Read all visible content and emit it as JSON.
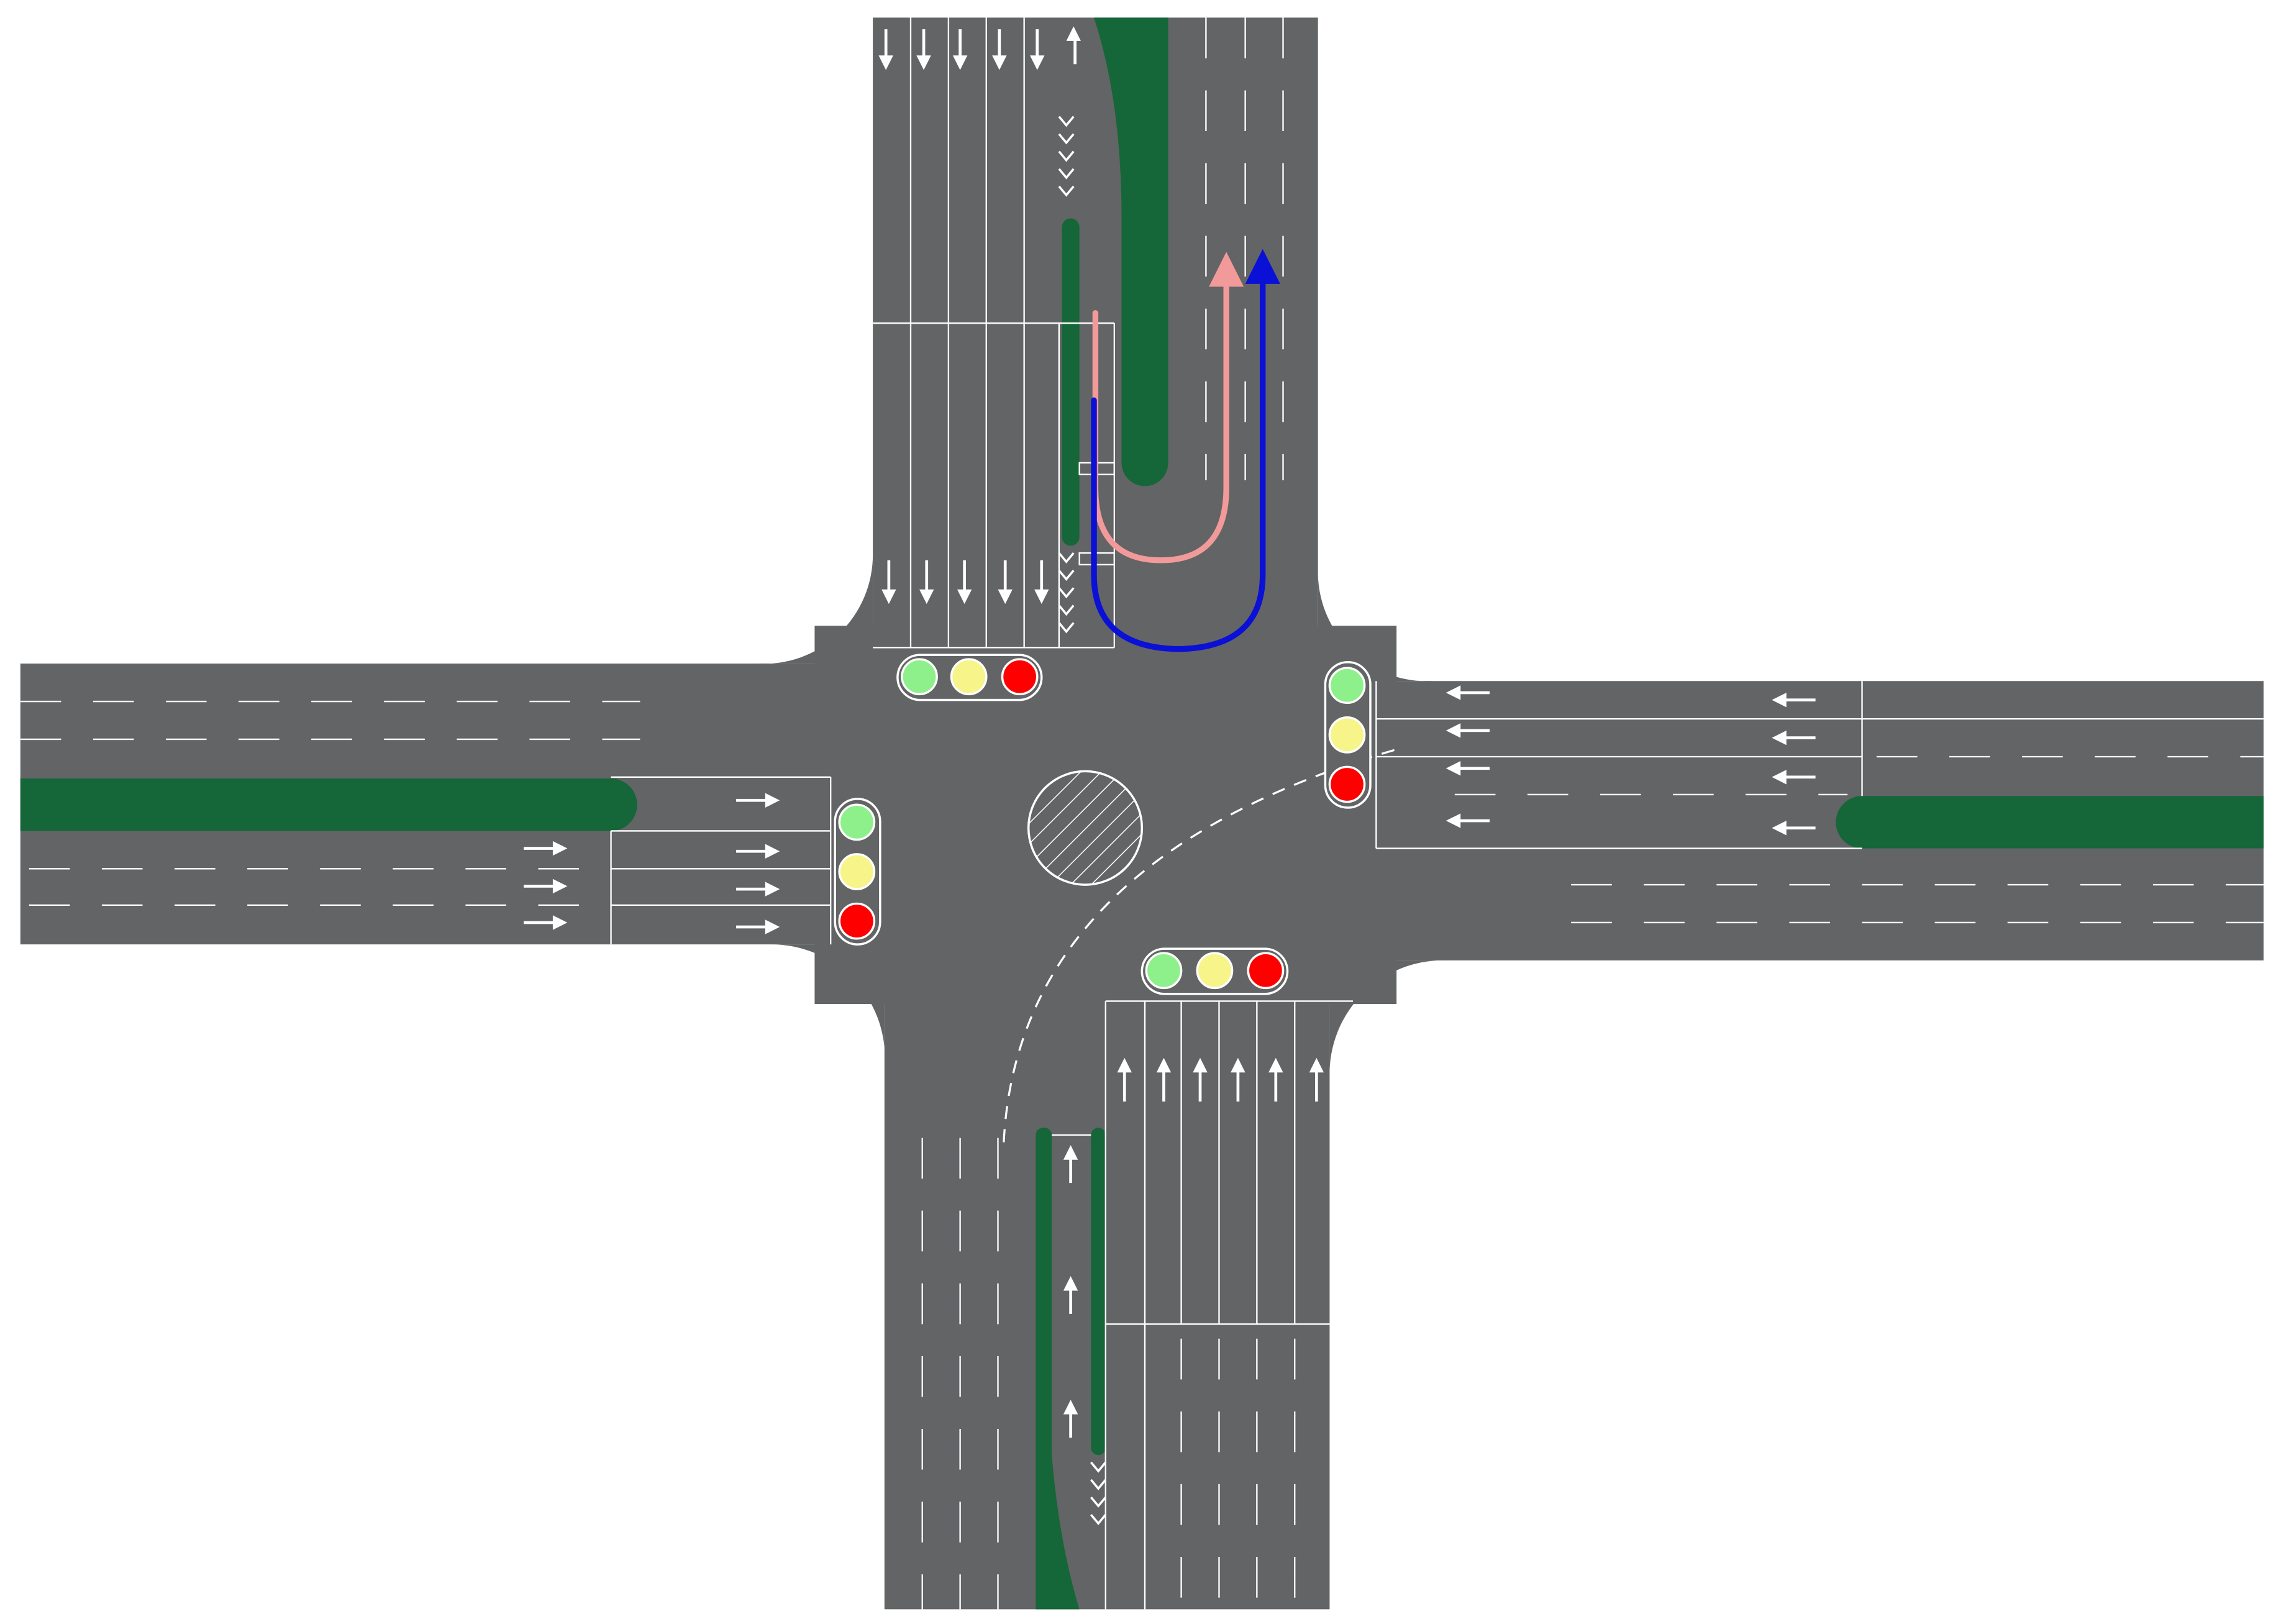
{
  "colors": {
    "background": "#ffffff",
    "road": "#636466",
    "median": "#156638",
    "marking": "#ffffff",
    "signal_green": "#8ef08a",
    "signal_yellow": "#f7f48a",
    "signal_red": "#ff0000",
    "uturn_pink": "#f29a9a",
    "uturn_blue": "#0a10d6"
  },
  "signals": [
    {
      "id": "north",
      "orientation": "horizontal",
      "lights": [
        "green",
        "yellow",
        "red"
      ]
    },
    {
      "id": "east",
      "orientation": "vertical",
      "lights": [
        "green",
        "yellow",
        "red"
      ]
    },
    {
      "id": "west",
      "orientation": "vertical",
      "lights": [
        "green",
        "yellow",
        "red"
      ]
    },
    {
      "id": "south",
      "orientation": "horizontal",
      "lights": [
        "green",
        "yellow",
        "red"
      ]
    }
  ],
  "uturn_paths": [
    {
      "id": "inner",
      "color": "pink"
    },
    {
      "id": "outer",
      "color": "blue"
    }
  ],
  "icons": [
    "lane-arrow-icon",
    "signal-light-icon",
    "u-turn-arrow-icon"
  ]
}
